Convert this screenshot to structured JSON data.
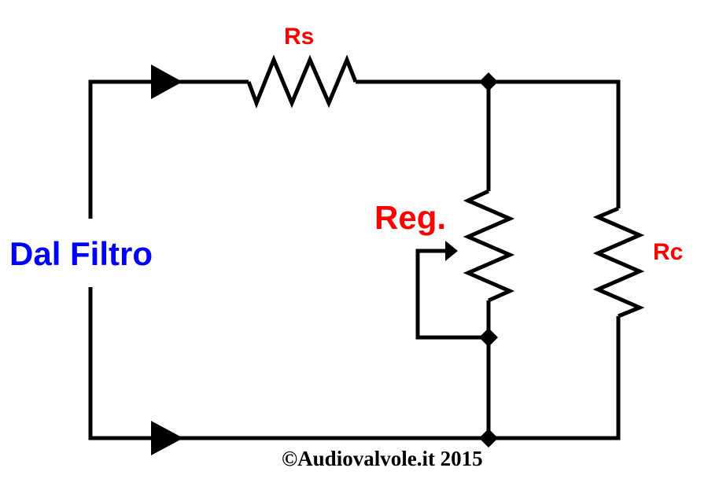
{
  "labels": {
    "rs": "Rs",
    "reg": "Reg.",
    "rc": "Rc",
    "input": "Dal Filtro",
    "copyright": "©Audiovalvole.it 2015"
  },
  "colors": {
    "wire": "#000000",
    "component_label": "#ff0000",
    "input_label": "#0000ff",
    "copyright": "#000000",
    "background": "#ffffff"
  }
}
